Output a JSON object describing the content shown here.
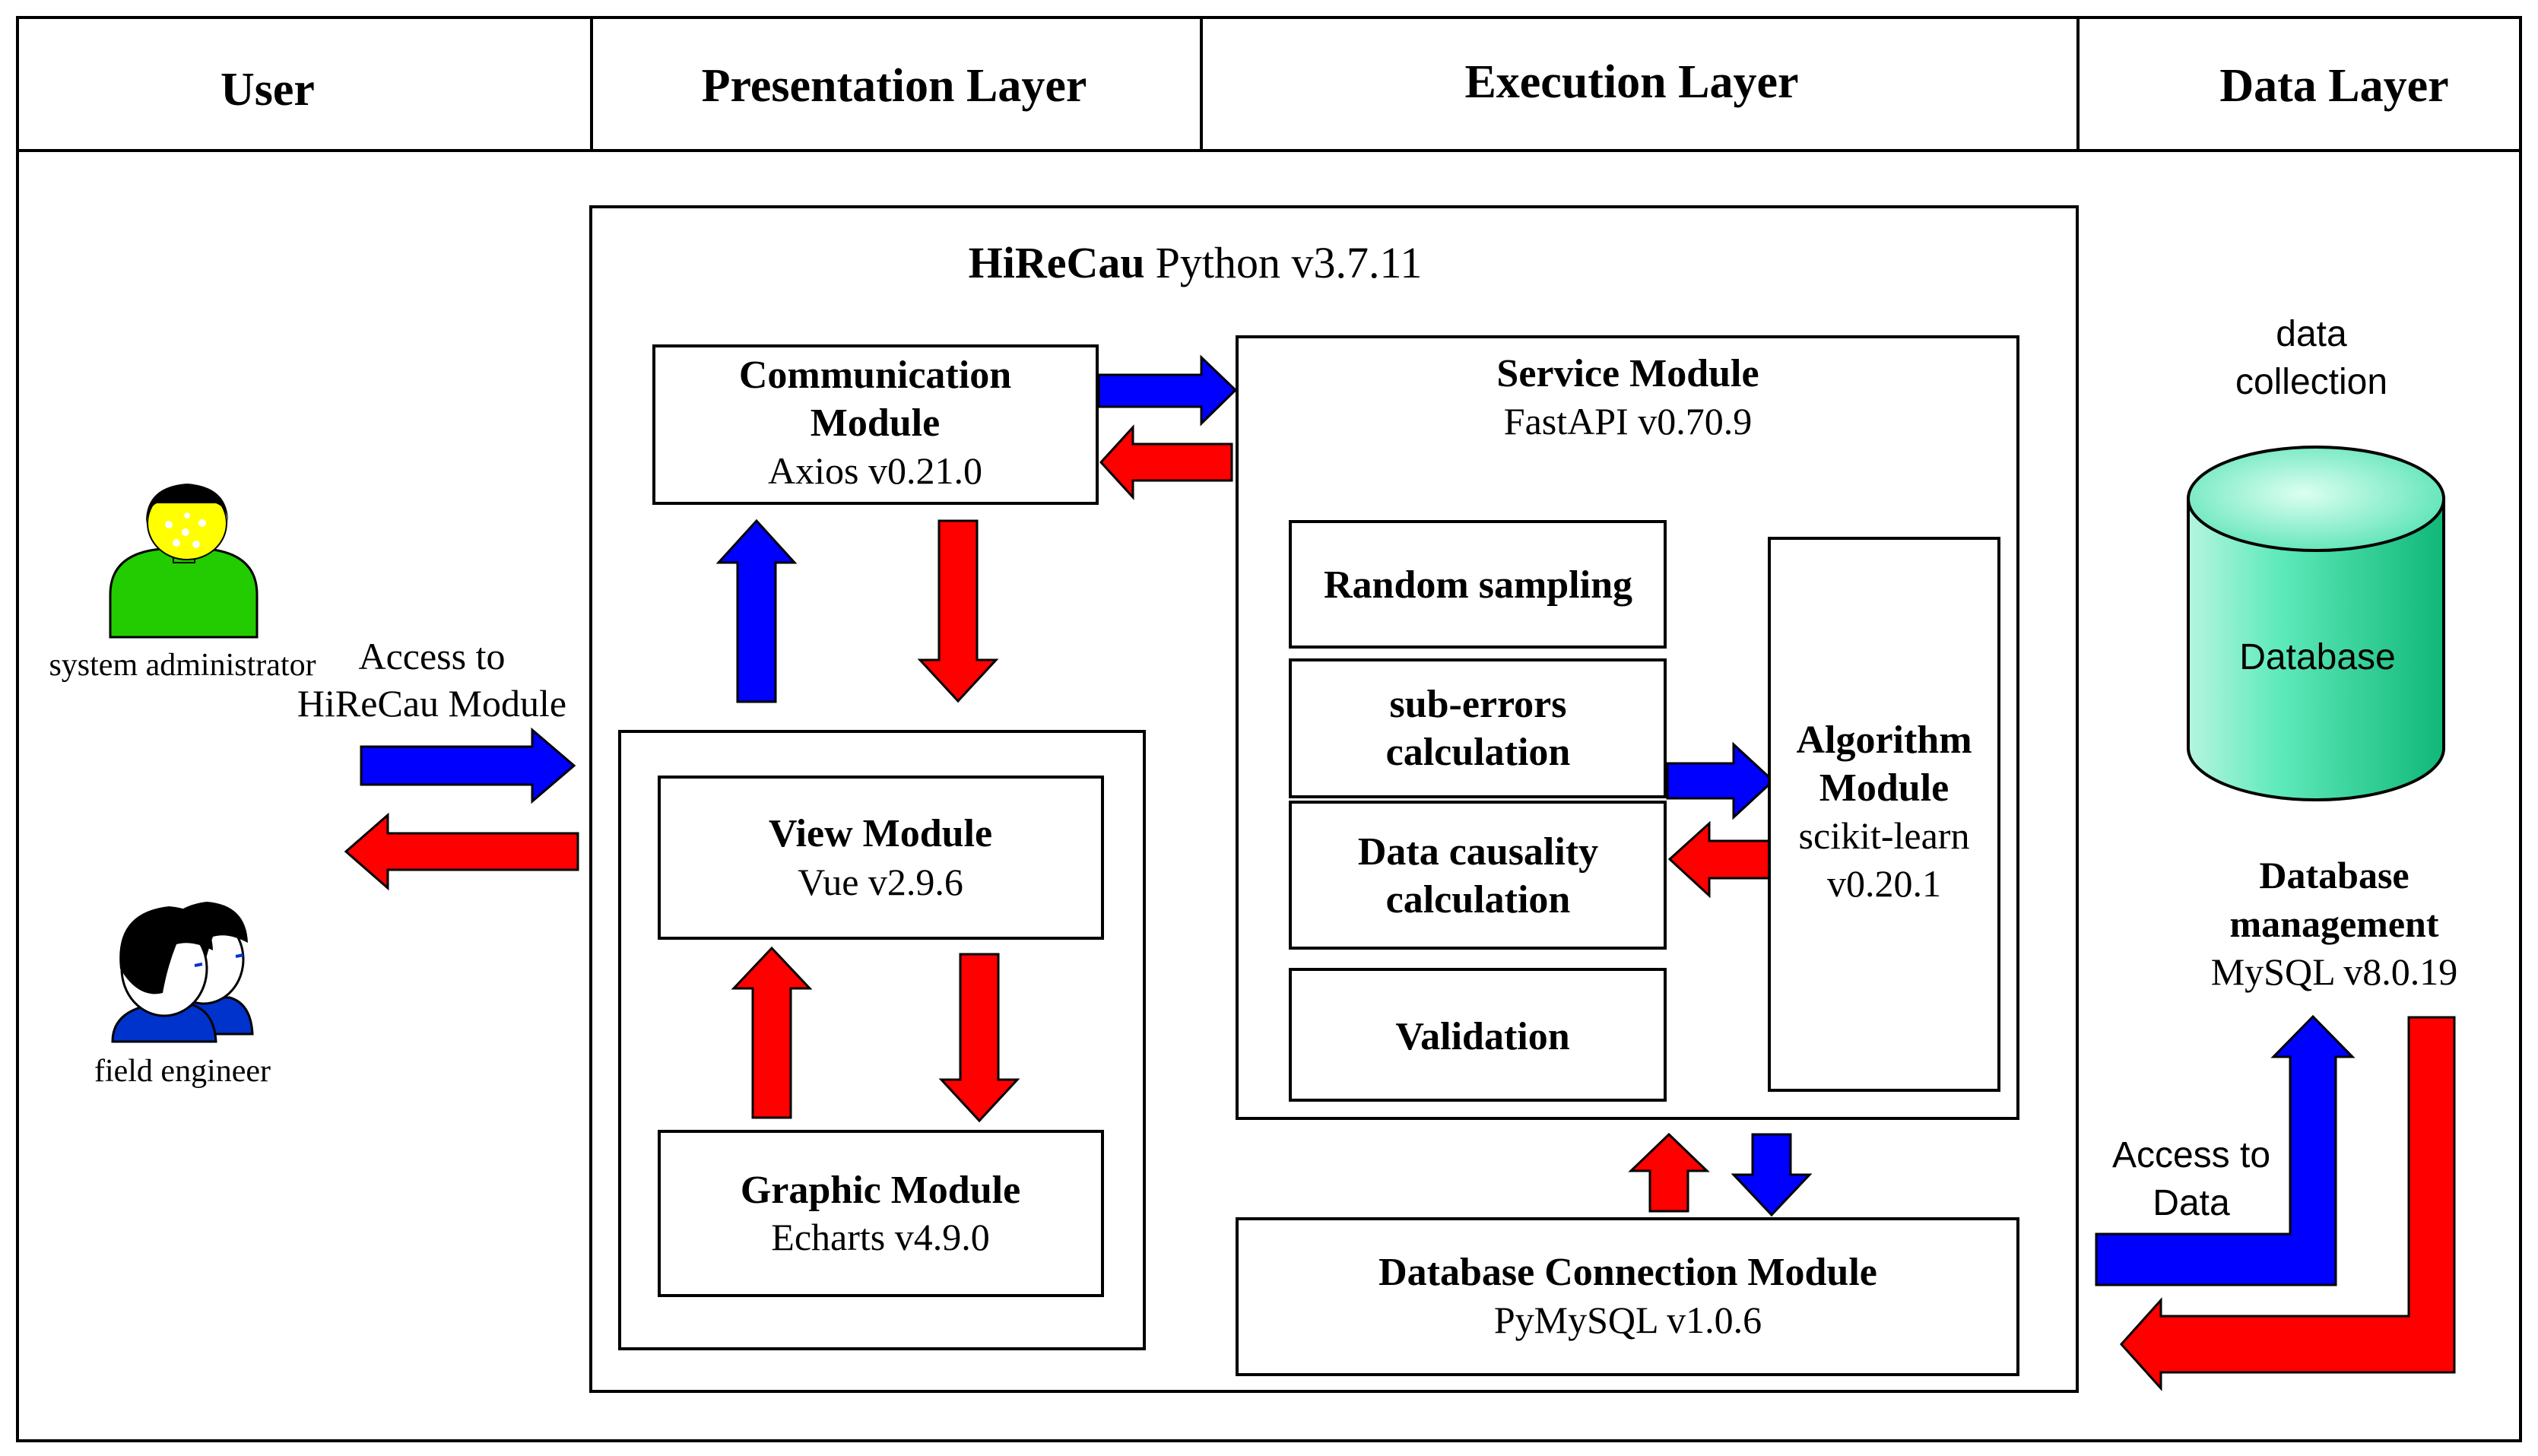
{
  "columns": {
    "user": "User",
    "presentation": "Presentation Layer",
    "execution": "Execution Layer",
    "data": "Data Layer"
  },
  "users": {
    "admin": "system administrator",
    "engineer": "field engineer",
    "access_line1": "Access to",
    "access_line2": "HiReCau Module"
  },
  "system": {
    "name": "HiReCau",
    "version": "Python v3.7.11"
  },
  "communication_module": {
    "title_line1": "Communication",
    "title_line2": "Module",
    "tech": "Axios v0.21.0"
  },
  "view_module": {
    "title": "View Module",
    "tech": "Vue v2.9.6"
  },
  "graphic_module": {
    "title": "Graphic Module",
    "tech": "Echarts v4.9.0"
  },
  "service_module": {
    "title": "Service Module",
    "tech": "FastAPI v0.70.9",
    "random_sampling": "Random sampling",
    "sub_errors_line1": "sub-errors",
    "sub_errors_line2": "calculation",
    "causality_line1": "Data causality",
    "causality_line2": "calculation",
    "validation": "Validation"
  },
  "algorithm_module": {
    "title_line1": "Algorithm",
    "title_line2": "Module",
    "tech_line1": "scikit-learn",
    "tech_line2": "v0.20.1"
  },
  "db_connection_module": {
    "title": "Database Connection Module",
    "tech": "PyMySQL v1.0.6"
  },
  "data_layer": {
    "collection_line1": "data",
    "collection_line2": "collection",
    "database_label": "Database",
    "management_line1": "Database",
    "management_line2": "management",
    "management_tech": "MySQL v8.0.19",
    "access_line1": "Access to",
    "access_line2": "Data"
  },
  "colors": {
    "request_arrow": "#0000ff",
    "response_arrow": "#ff0000",
    "admin_body": "#22cc00",
    "admin_face": "#ffff00",
    "engineer_shirt": "#0033cc",
    "database_fill": "#33e0a8"
  }
}
